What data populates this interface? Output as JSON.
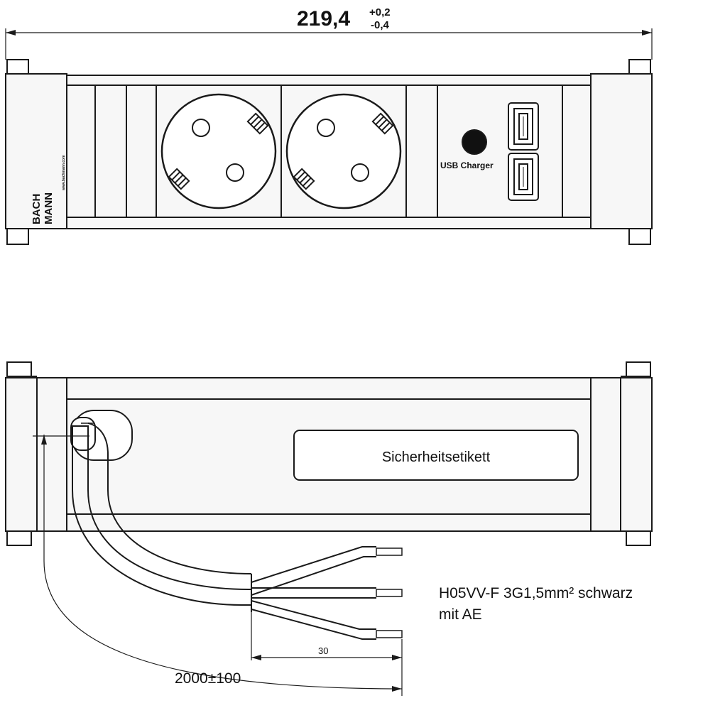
{
  "dimensions": {
    "width_main": "219,4",
    "width_tol_plus": "+0,2",
    "width_tol_minus": "-0,4",
    "cable_length": "2000±100",
    "strip_length": "30"
  },
  "front_view": {
    "brand_line1": "BACH",
    "brand_line2": "MANN",
    "brand_url": "www.bachmann.com",
    "usb_label": "USB Charger"
  },
  "rear_view": {
    "safety_label": "Sicherheitsetikett",
    "cable_spec_line1": "H05VV-F 3G1,5mm² schwarz",
    "cable_spec_line2": "mit AE"
  },
  "colors": {
    "body": "#f7f7f7",
    "line": "#1a1a1a"
  }
}
